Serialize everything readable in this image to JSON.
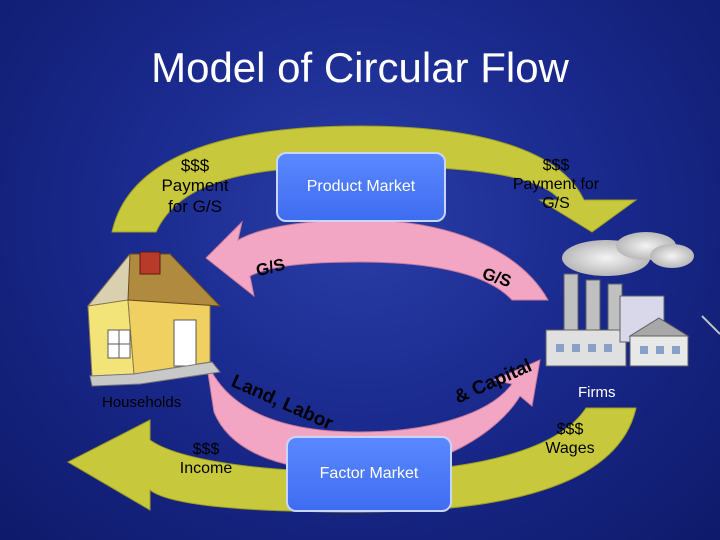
{
  "title": "Model of Circular Flow",
  "boxes": {
    "product_market": "Product Market",
    "factor_market": "Factor Market"
  },
  "labels": {
    "payment_left_amount": "$$$",
    "payment_left_text": "Payment for G/S",
    "payment_right_amount": "$$$",
    "payment_right_text": "Payment for G/S",
    "gs_left": "G/S",
    "gs_right": "G/S",
    "land_labor": "Land, Labor",
    "and_capital": "& Capital",
    "households": "Households",
    "firms": "Firms",
    "income_amount": "$$$",
    "income_text": "Income",
    "wages_amount": "$$$",
    "wages_text": "Wages"
  },
  "colors": {
    "money_arrow": "#c8c83c",
    "goods_arrow": "#f2a6c4",
    "box_fill": "#4a7cf6"
  }
}
